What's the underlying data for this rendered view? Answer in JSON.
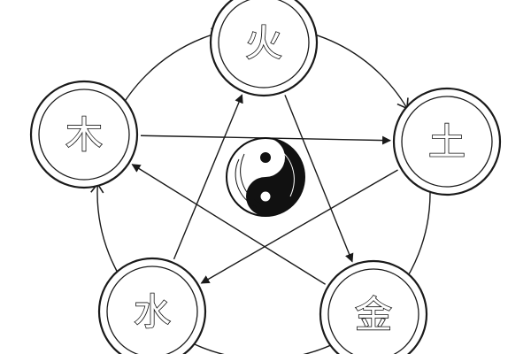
{
  "nodes": [
    {
      "id": "fire",
      "label": "火"
    },
    {
      "id": "earth",
      "label": "土"
    },
    {
      "id": "metal",
      "label": "金"
    },
    {
      "id": "water",
      "label": "水"
    },
    {
      "id": "wood",
      "label": "木"
    }
  ],
  "generating_cycle": [
    [
      "wood",
      "fire"
    ],
    [
      "fire",
      "earth"
    ],
    [
      "earth",
      "metal"
    ],
    [
      "metal",
      "water"
    ],
    [
      "water",
      "wood"
    ]
  ],
  "overcoming_cycle": [
    [
      "wood",
      "earth"
    ],
    [
      "earth",
      "water"
    ],
    [
      "water",
      "fire"
    ],
    [
      "fire",
      "metal"
    ],
    [
      "metal",
      "wood"
    ]
  ],
  "center_symbol": "yin-yang-icon",
  "colors": {
    "ink": "#1a1a1a",
    "paper": "#ffffff"
  }
}
